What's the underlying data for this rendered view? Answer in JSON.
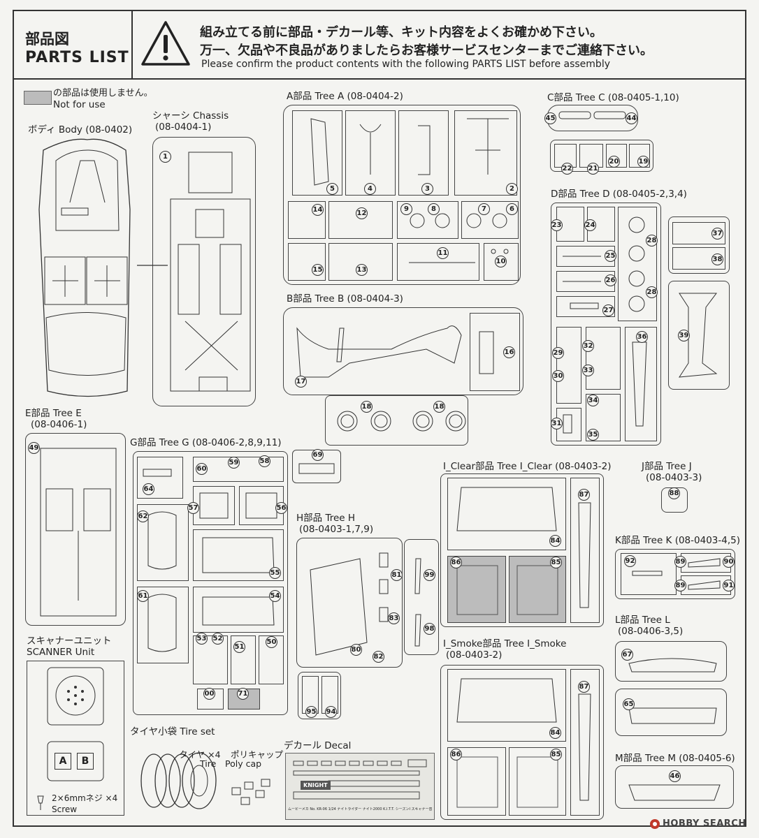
{
  "header": {
    "title_jp": "部品図",
    "title_en": "PARTS LIST",
    "warning_icon": "warning-triangle-icon",
    "warning_jp_line1": "組み立てる前に部品・デカール等、キット内容をよくお確かめ下さい。",
    "warning_jp_line2": "万一、欠品や不良品がありましたらお客様サービスセンターまでご連絡下さい。",
    "warning_en": "Please confirm the product contents with the following PARTS LIST before assembly"
  },
  "legend": {
    "jp": "の部品は使用しません。",
    "en": "Not for use",
    "color": "#bcbcbc"
  },
  "body": {
    "label": "ボディ Body (08-0402)"
  },
  "chassis": {
    "label_line1": "シャーシ Chassis",
    "label_line2": "(08-0404-1)",
    "part": "1"
  },
  "tree_a": {
    "label": "A部品 Tree A (08-0404-2)",
    "parts": [
      "5",
      "4",
      "3",
      "2",
      "14",
      "12",
      "9",
      "8",
      "7",
      "6",
      "15",
      "13",
      "11",
      "10"
    ]
  },
  "tree_b": {
    "label": "B部品 Tree B (08-0404-3)",
    "parts": [
      "17",
      "16",
      "18",
      "18"
    ]
  },
  "tree_c": {
    "label": "C部品 Tree C (08-0405-1,10)",
    "parts": [
      "45",
      "44",
      "22",
      "21",
      "20",
      "19"
    ]
  },
  "tree_d": {
    "label": "D部品 Tree D (08-0405-2,3,4)",
    "parts": [
      "23",
      "24",
      "25",
      "26",
      "27",
      "28",
      "28",
      "29",
      "30",
      "32",
      "33",
      "36",
      "34",
      "35",
      "31",
      "37",
      "38",
      "39"
    ]
  },
  "tree_e": {
    "label_line1": "E部品 Tree E",
    "label_line2": "(08-0406-1)",
    "part": "49"
  },
  "tree_g": {
    "label": "G部品 Tree G (08-0406-2,8,9,11)",
    "parts": [
      "69",
      "64",
      "60",
      "59",
      "58",
      "57",
      "56",
      "62",
      "55",
      "61",
      "54",
      "53",
      "52",
      "51",
      "50",
      "00",
      "71"
    ]
  },
  "tree_h": {
    "label_line1": "H部品 Tree H",
    "label_line2": "(08-0403-1,7,9)",
    "parts": [
      "81",
      "99",
      "83",
      "80",
      "82",
      "98",
      "95",
      "94"
    ]
  },
  "tree_i_clear": {
    "label": "I_Clear部品 Tree I_Clear (08-0403-2)",
    "parts": [
      "87",
      "84",
      "86",
      "85"
    ]
  },
  "tree_i_smoke": {
    "label_line1": "I_Smoke部品 Tree I_Smoke",
    "label_line2": "(08-0403-2)",
    "parts": [
      "87",
      "84",
      "86",
      "85"
    ]
  },
  "tree_j": {
    "label_line1": "J部品 Tree J",
    "label_line2": "(08-0403-3)",
    "part": "88"
  },
  "tree_k": {
    "label": "K部品 Tree K (08-0403-4,5)",
    "parts": [
      "92",
      "89",
      "90",
      "89",
      "91"
    ]
  },
  "tree_l": {
    "label_line1": "L部品 Tree L",
    "label_line2": "(08-0406-3,5)",
    "parts": [
      "67",
      "65"
    ]
  },
  "tree_m": {
    "label": "M部品 Tree M (08-0405-6)",
    "part": "46"
  },
  "scanner": {
    "label_jp": "スキャナーユニット",
    "label_en": "SCANNER Unit",
    "box_a": "A",
    "box_b": "B",
    "screw_jp": "2×6mmネジ ×4",
    "screw_en": "Screw"
  },
  "tires": {
    "label": "タイヤ小袋 Tire set",
    "tire_jp": "タイヤ ×4",
    "tire_en": "Tire",
    "poly_jp": "ポリキャップ",
    "poly_en": "Poly cap"
  },
  "decal": {
    "label": "デカール Decal",
    "badge": "KNIGHT",
    "caption": "ムービーメカ No. KR-06 1/24 ナイトライダー ナイト2000 K.I.T.T. シーズンI スキャナー音声ユニット付き"
  },
  "watermark": {
    "text": "HOBBY SEARCH",
    "icon": "hobby-search-logo-icon"
  }
}
